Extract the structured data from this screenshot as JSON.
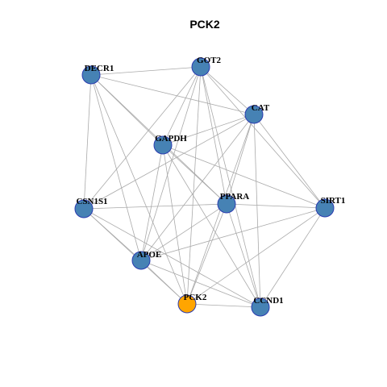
{
  "title": "PCK2",
  "colors": {
    "node_default": "#4682b4",
    "node_highlight": "#ffa500",
    "node_border": "#2b3cb0",
    "edge": "#aaaaaa",
    "background": "#ffffff"
  },
  "nodes": [
    {
      "id": "DECR1",
      "label": "DECR1",
      "highlight": false
    },
    {
      "id": "GOT2",
      "label": "GOT2",
      "highlight": false
    },
    {
      "id": "CAT",
      "label": "CAT",
      "highlight": false
    },
    {
      "id": "GAPDH",
      "label": "GAPDH",
      "highlight": false
    },
    {
      "id": "CSN1S1",
      "label": "CSN1S1",
      "highlight": false
    },
    {
      "id": "PPARA",
      "label": "PPARA",
      "highlight": false
    },
    {
      "id": "SIRT1",
      "label": "SIRT1",
      "highlight": false
    },
    {
      "id": "APOE",
      "label": "APOE",
      "highlight": false
    },
    {
      "id": "PCK2",
      "label": "PCK2",
      "highlight": true
    },
    {
      "id": "CCND1",
      "label": "CCND1",
      "highlight": false
    }
  ],
  "edges": [
    [
      "DECR1",
      "GOT2"
    ],
    [
      "DECR1",
      "CAT"
    ],
    [
      "DECR1",
      "PPARA"
    ],
    [
      "DECR1",
      "CSN1S1"
    ],
    [
      "DECR1",
      "APOE"
    ],
    [
      "DECR1",
      "PCK2"
    ],
    [
      "DECR1",
      "GAPDH"
    ],
    [
      "GOT2",
      "CAT"
    ],
    [
      "GOT2",
      "GAPDH"
    ],
    [
      "GOT2",
      "PPARA"
    ],
    [
      "GOT2",
      "CSN1S1"
    ],
    [
      "GOT2",
      "APOE"
    ],
    [
      "GOT2",
      "PCK2"
    ],
    [
      "GOT2",
      "CCND1"
    ],
    [
      "GOT2",
      "SIRT1"
    ],
    [
      "CAT",
      "GAPDH"
    ],
    [
      "CAT",
      "PPARA"
    ],
    [
      "CAT",
      "SIRT1"
    ],
    [
      "CAT",
      "CSN1S1"
    ],
    [
      "CAT",
      "APOE"
    ],
    [
      "CAT",
      "PCK2"
    ],
    [
      "CAT",
      "CCND1"
    ],
    [
      "GAPDH",
      "PPARA"
    ],
    [
      "GAPDH",
      "SIRT1"
    ],
    [
      "GAPDH",
      "APOE"
    ],
    [
      "GAPDH",
      "PCK2"
    ],
    [
      "GAPDH",
      "CCND1"
    ],
    [
      "CSN1S1",
      "PPARA"
    ],
    [
      "CSN1S1",
      "APOE"
    ],
    [
      "CSN1S1",
      "PCK2"
    ],
    [
      "CSN1S1",
      "CCND1"
    ],
    [
      "PPARA",
      "SIRT1"
    ],
    [
      "PPARA",
      "APOE"
    ],
    [
      "PPARA",
      "PCK2"
    ],
    [
      "PPARA",
      "CCND1"
    ],
    [
      "SIRT1",
      "APOE"
    ],
    [
      "SIRT1",
      "PCK2"
    ],
    [
      "SIRT1",
      "CCND1"
    ],
    [
      "APOE",
      "PCK2"
    ],
    [
      "APOE",
      "CCND1"
    ],
    [
      "PCK2",
      "CCND1"
    ]
  ]
}
